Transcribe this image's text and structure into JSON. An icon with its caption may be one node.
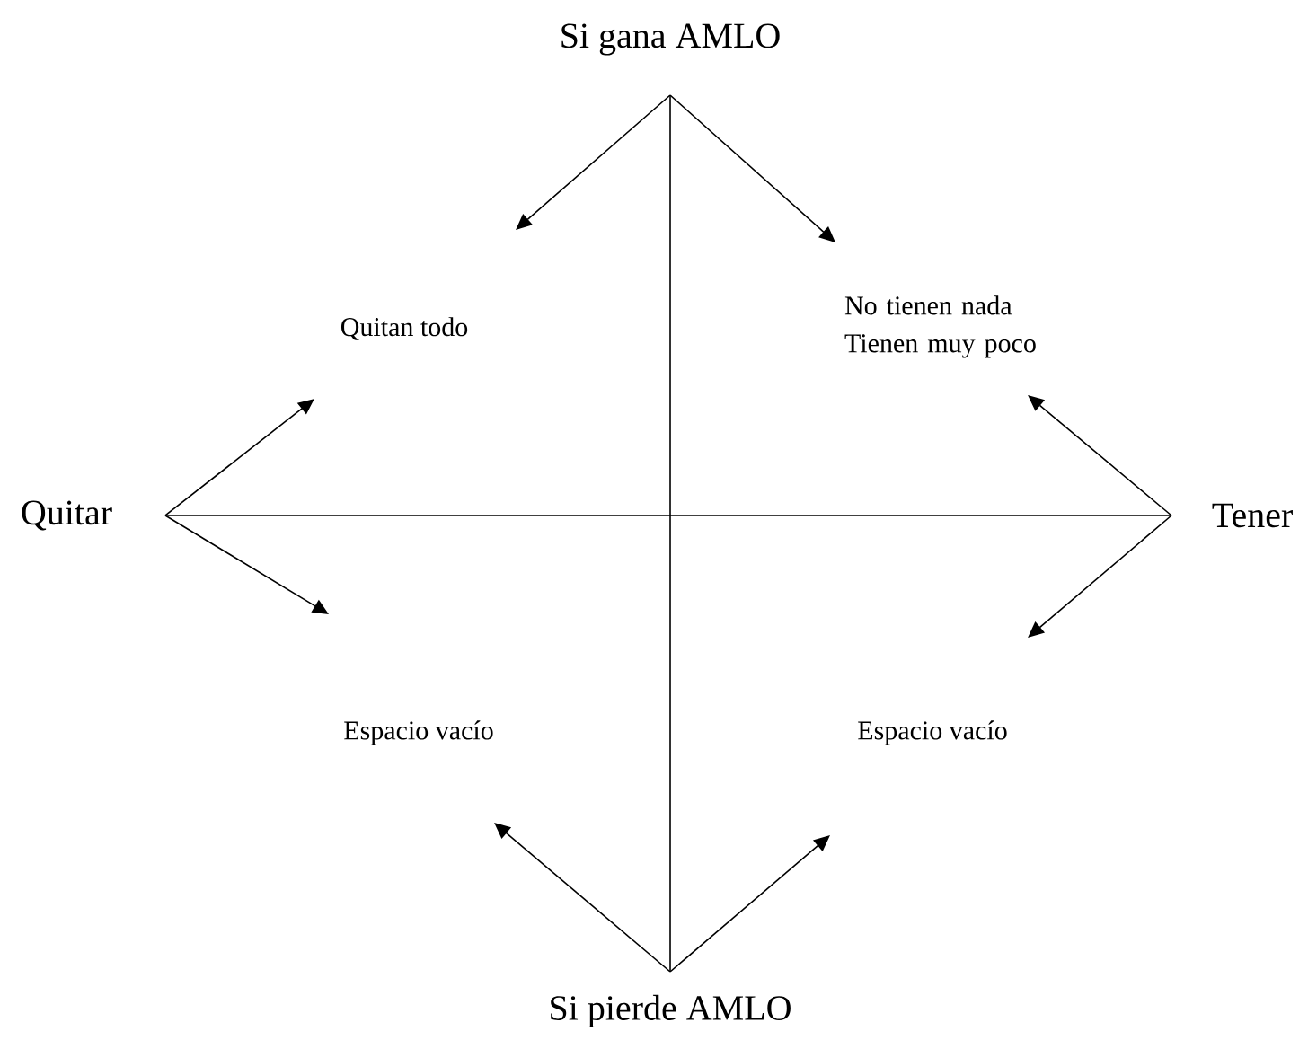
{
  "diagram": {
    "nodes": [
      {
        "text": [
          "Si gana AMLO"
        ]
      },
      {
        "text": [
          "Quitan todo"
        ]
      },
      {
        "text": [
          "No tienen nada Tienen muy poco"
        ]
      },
      {
        "text": [
          "Quitar"
        ]
      },
      {
        "text": [
          "Tener"
        ]
      },
      {
        "text": [
          "Espacio vacío"
        ]
      },
      {
        "text": [
          "Espacio vacío"
        ]
      },
      {
        "text": [
          "Si pierde AMLO"
        ]
      }
    ],
    "edges": [
      {
        "from": 0,
        "to": 7,
        "arrow": "none"
      },
      {
        "from": 3,
        "to": 4,
        "arrow": "none"
      },
      {
        "from": 0,
        "to": 1,
        "arrow": "to"
      },
      {
        "from": 0,
        "to": 2,
        "arrow": "to"
      },
      {
        "from": 3,
        "to": 1,
        "arrow": "to"
      },
      {
        "from": 3,
        "to": 5,
        "arrow": "to"
      },
      {
        "from": 4,
        "to": 2,
        "arrow": "to"
      },
      {
        "from": 4,
        "to": 6,
        "arrow": "to"
      },
      {
        "from": 7,
        "to": 5,
        "arrow": "to"
      },
      {
        "from": 7,
        "to": 6,
        "arrow": "to"
      }
    ]
  }
}
